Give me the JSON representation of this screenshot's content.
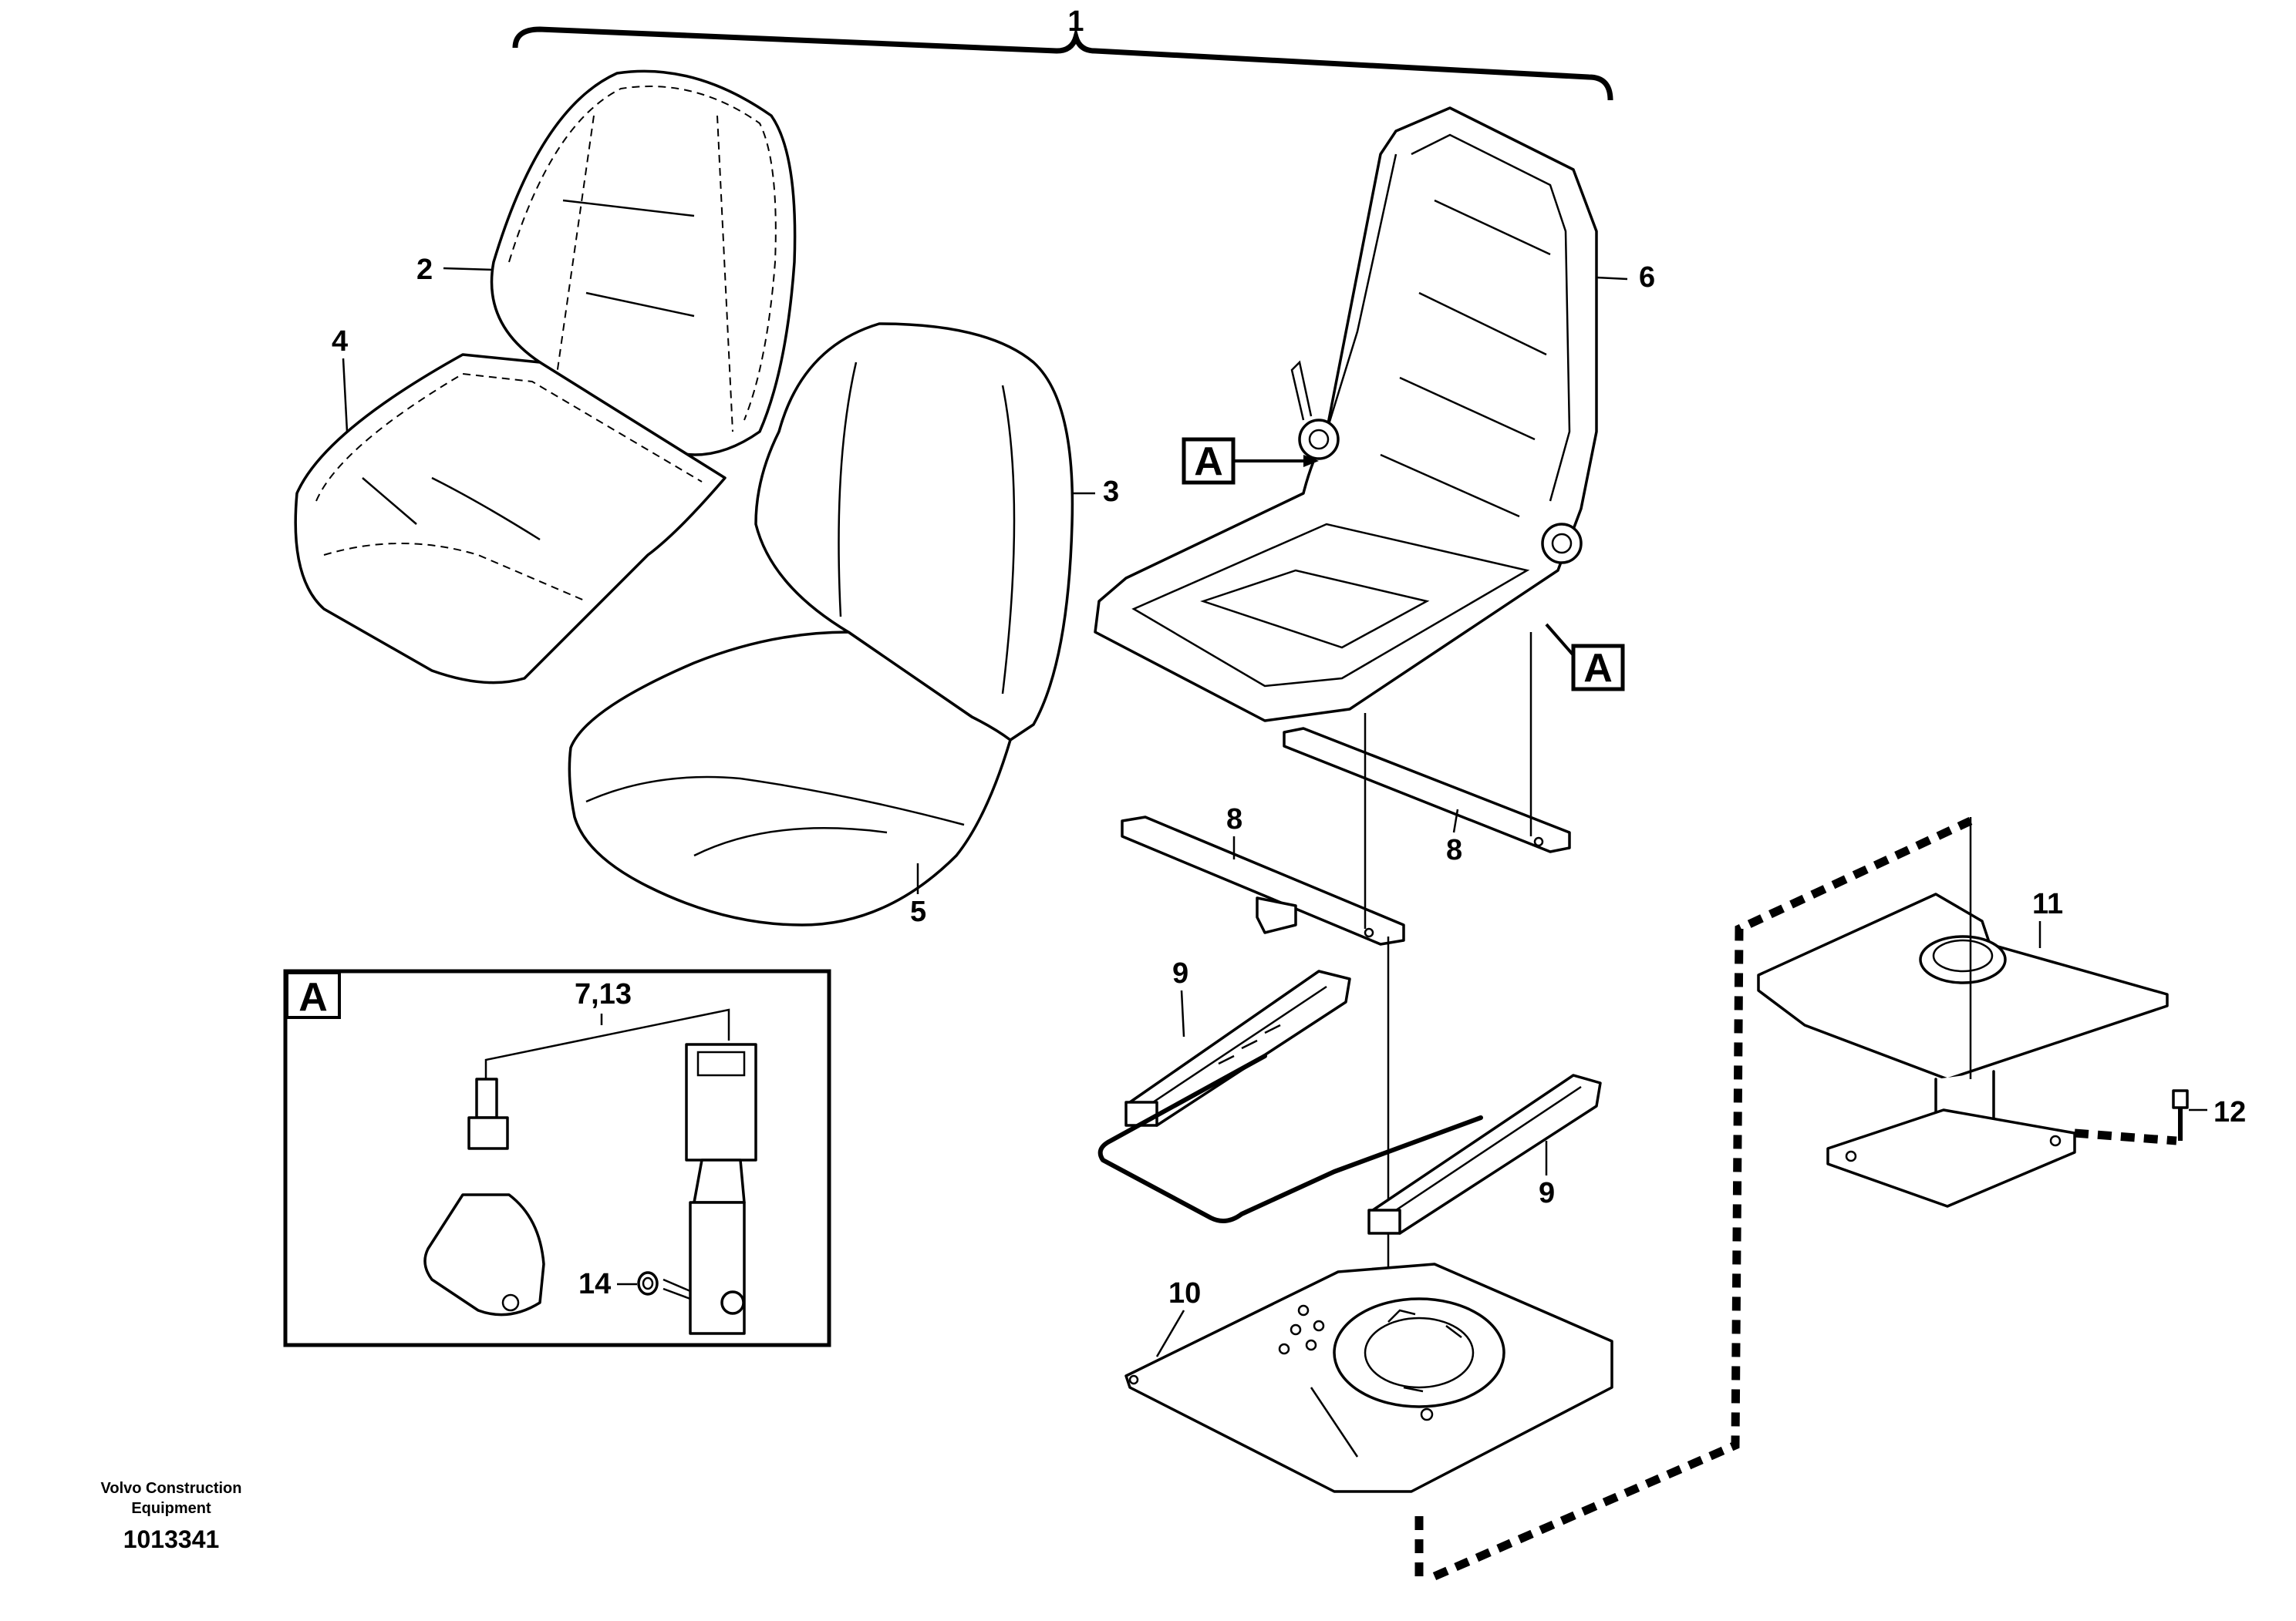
{
  "callouts": {
    "c1": "1",
    "c2": "2",
    "c3": "3",
    "c4": "4",
    "c5": "5",
    "c6": "6",
    "c8a": "8",
    "c8b": "8",
    "c9a": "9",
    "c9b": "9",
    "c10": "10",
    "c11": "11",
    "c12": "12",
    "c14": "14",
    "c713": "7,13"
  },
  "detail_refs": {
    "ref_a_upper": "A",
    "ref_a_lower": "A",
    "detail_box_label": "A"
  },
  "footer": {
    "company_line1": "Volvo Construction",
    "company_line2": "Equipment",
    "drawing_number": "1013341"
  }
}
